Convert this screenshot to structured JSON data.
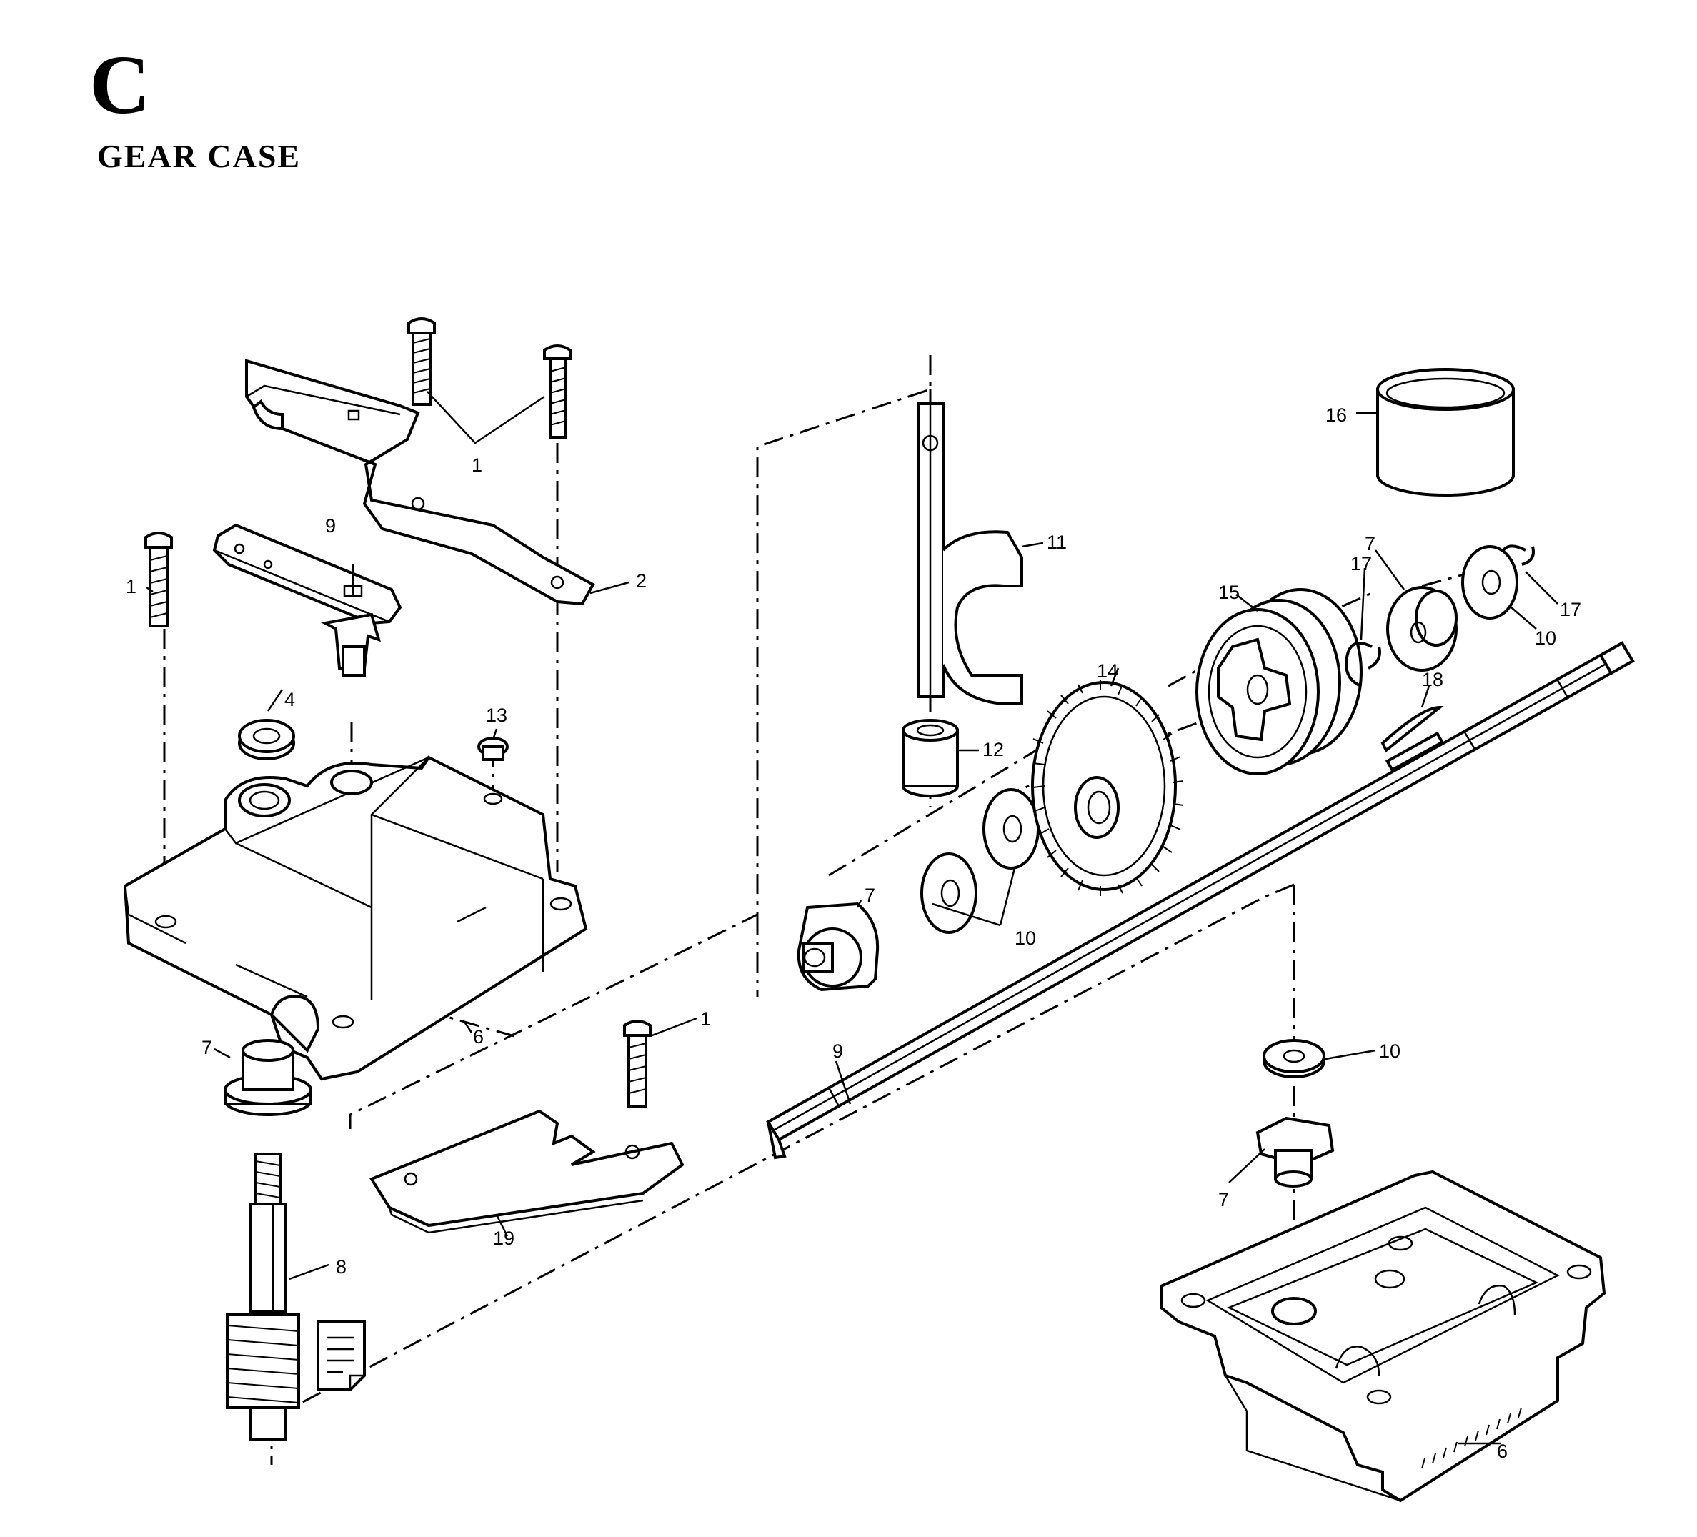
{
  "header": {
    "section_letter": "C",
    "title": "GEAR CASE"
  },
  "callouts": {
    "c1a": "1",
    "c1b": "1",
    "c1c": "1",
    "c2": "2",
    "c4": "4",
    "c6a": "6",
    "c6b": "6",
    "c7a": "7",
    "c7b": "7",
    "c7c": "7",
    "c7d": "7",
    "c8": "8",
    "c9a": "9",
    "c9b": "9",
    "c10a": "10",
    "c10b": "10",
    "c10c": "10",
    "c11": "11",
    "c12": "12",
    "c13": "13",
    "c14": "14",
    "c15": "15",
    "c16": "16",
    "c17a": "17",
    "c17b": "17",
    "c18": "18",
    "c19": "19"
  },
  "icons": {
    "note": "document-note-icon"
  }
}
